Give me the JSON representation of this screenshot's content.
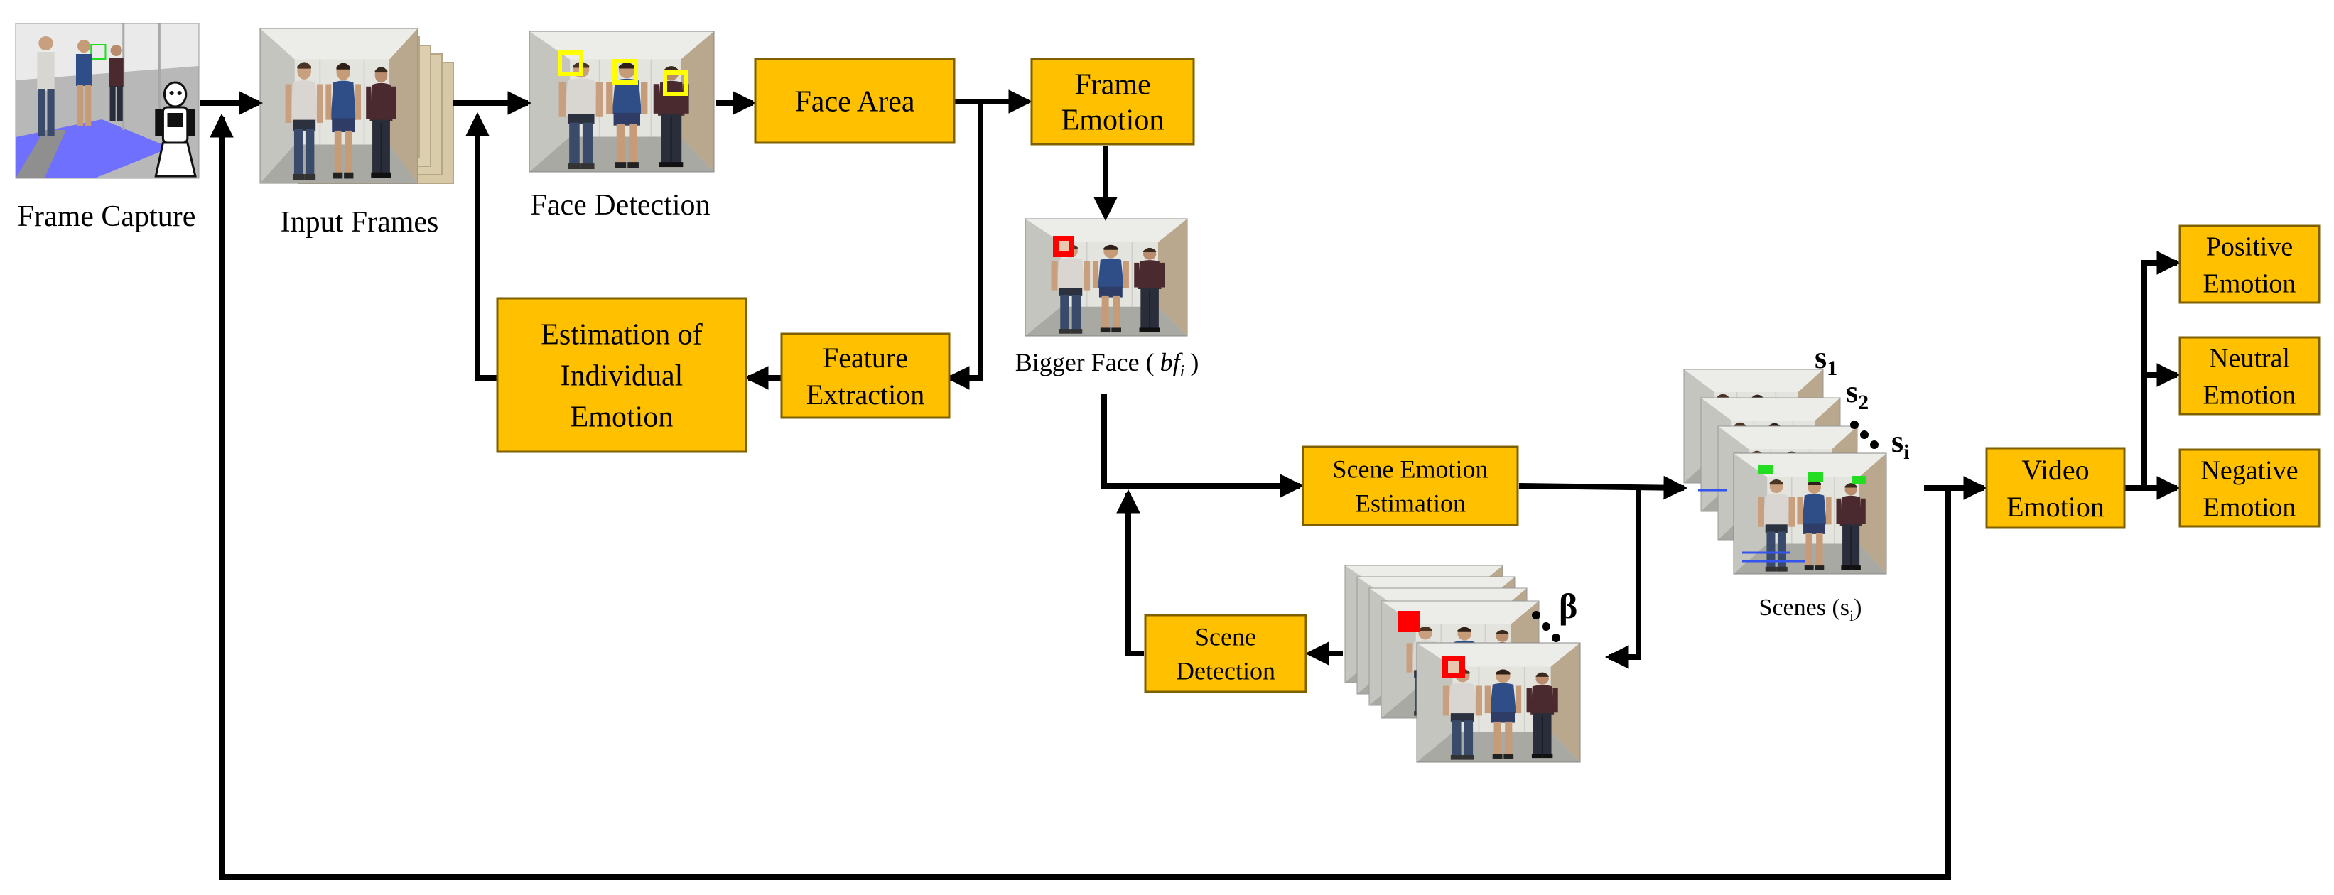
{
  "colors": {
    "box_fill": "#FFC000",
    "box_stroke": "#7F6000",
    "arrow": "#000000",
    "face_marker_yellow": "#FFFF00",
    "face_marker_red": "#FF0000",
    "scene_marker_green": "#22DD22",
    "scene_text_blue": "#3355EE",
    "floor_blue": "#7070FF"
  },
  "labels": {
    "frame_capture": "Frame Capture",
    "input_frames": "Input Frames",
    "face_detection": "Face Detection",
    "bigger_face_prefix": "Bigger Face (",
    "bigger_face_var": "bf",
    "bigger_face_sub": "i",
    "bigger_face_suffix": ")",
    "scenes_prefix": "Scenes (s",
    "scenes_sub": "i",
    "scenes_suffix": ")"
  },
  "boxes": {
    "face_area": [
      "Face Area"
    ],
    "frame_emotion": [
      "Frame",
      "Emotion"
    ],
    "feature_extraction": [
      "Feature",
      "Extraction"
    ],
    "individual_emotion": [
      "Estimation of",
      "Individual",
      "Emotion"
    ],
    "scene_emotion_estimation": [
      "Scene Emotion",
      "Estimation"
    ],
    "scene_detection": [
      "Scene",
      "Detection"
    ],
    "video_emotion": [
      "Video",
      "Emotion"
    ],
    "positive_emotion": [
      "Positive",
      "Emotion"
    ],
    "neutral_emotion": [
      "Neutral",
      "Emotion"
    ],
    "negative_emotion": [
      "Negative",
      "Emotion"
    ]
  },
  "symbols": {
    "s1_base": "s",
    "s1_sub": "1",
    "s2_base": "s",
    "s2_sub": "2",
    "si_base": "s",
    "si_sub": "i",
    "beta": "β"
  }
}
